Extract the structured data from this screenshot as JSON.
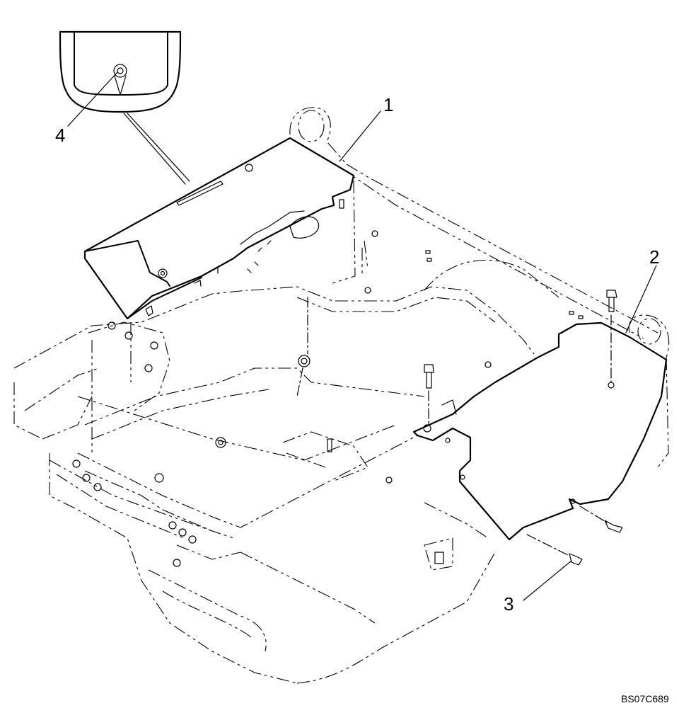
{
  "callouts": {
    "c1": "1",
    "c2": "2",
    "c3": "3",
    "c4": "4"
  },
  "drawing_code": "BS07C689"
}
